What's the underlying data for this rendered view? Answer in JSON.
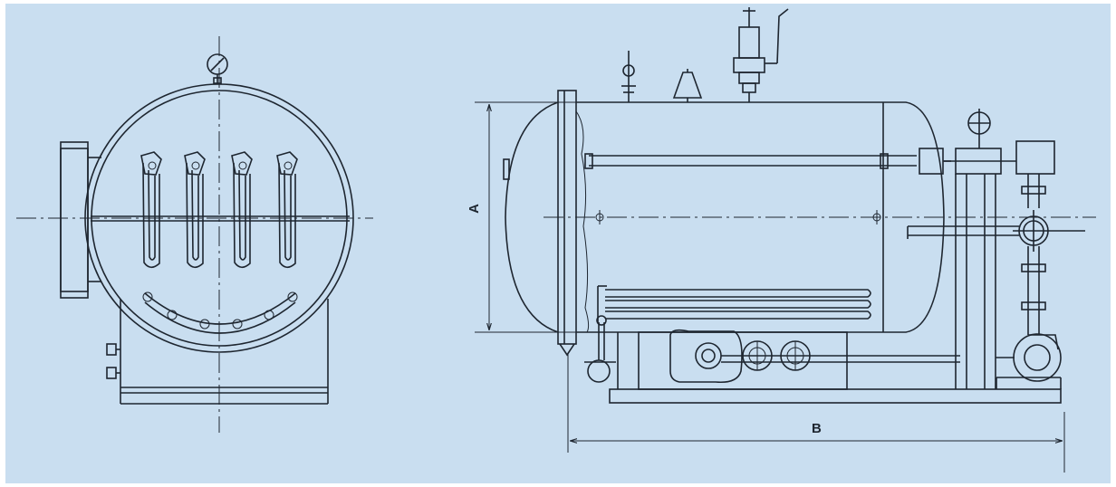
{
  "background_color": "#c9def0",
  "line_color": "#1e2630",
  "views": {
    "end_view": {
      "heater_loops": 4
    },
    "side_view": {
      "dimension_a": {
        "label": "A"
      },
      "dimension_b": {
        "label": "B"
      }
    }
  }
}
